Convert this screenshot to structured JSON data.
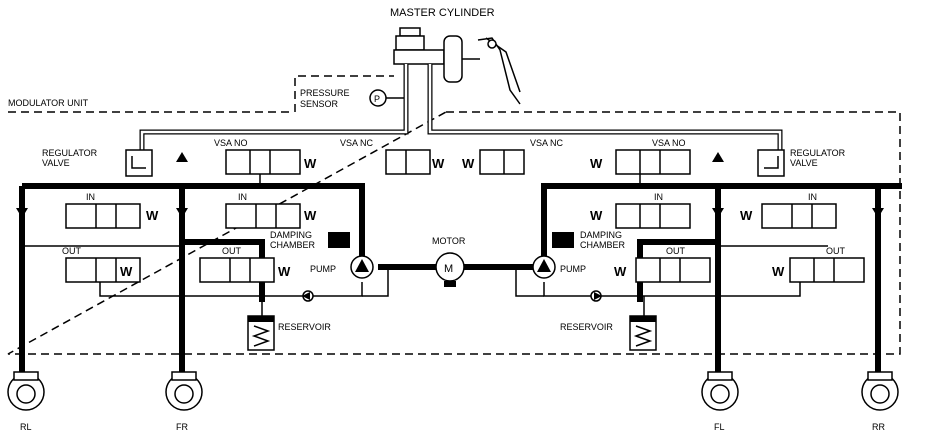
{
  "labels": {
    "master_cylinder": "MASTER CYLINDER",
    "modulator_unit": "MODULATOR UNIT",
    "pressure_sensor_1": "PRESSURE",
    "pressure_sensor_2": "SENSOR",
    "pressure_symbol": "P",
    "regulator_1": "REGULATOR",
    "regulator_2": "VALVE",
    "vsa_no": "VSA NO",
    "vsa_nc": "VSA NC",
    "in": "IN",
    "out": "OUT",
    "damping_1": "DAMPING",
    "damping_2": "CHAMBER",
    "pump": "PUMP",
    "motor": "MOTOR",
    "motor_symbol": "M",
    "reservoir": "RESERVOIR",
    "solenoid_symbol": "W"
  },
  "wheels": {
    "rl": "RL",
    "fr": "FR",
    "fl": "FL",
    "rr": "RR"
  }
}
